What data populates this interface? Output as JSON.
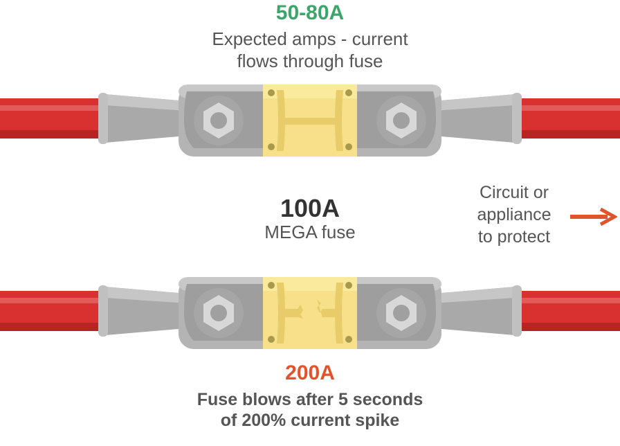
{
  "top_fuse": {
    "amps": "50-80A",
    "description_line1": "Expected amps - current",
    "description_line2": "flows through fuse"
  },
  "fuse_rating": {
    "amps": "100A",
    "description": "MEGA fuse"
  },
  "side_note": {
    "line1": "Circuit or",
    "line2": "appliance",
    "line3": "to protect",
    "arrow_icon": "arrow-right-icon"
  },
  "bottom_fuse": {
    "amps": "200A",
    "description_line1": "Fuse blows after 5 seconds",
    "description_line2": "of 200% current spike"
  },
  "colors": {
    "normal_amps": "#3aa66a",
    "rating_amps": "#333333",
    "blown_amps": "#e2532b",
    "cable_red": "#d93030",
    "fuse_body": "#b8b8b8",
    "fuse_element": "#f8e08a",
    "arrow": "#e2532b"
  }
}
